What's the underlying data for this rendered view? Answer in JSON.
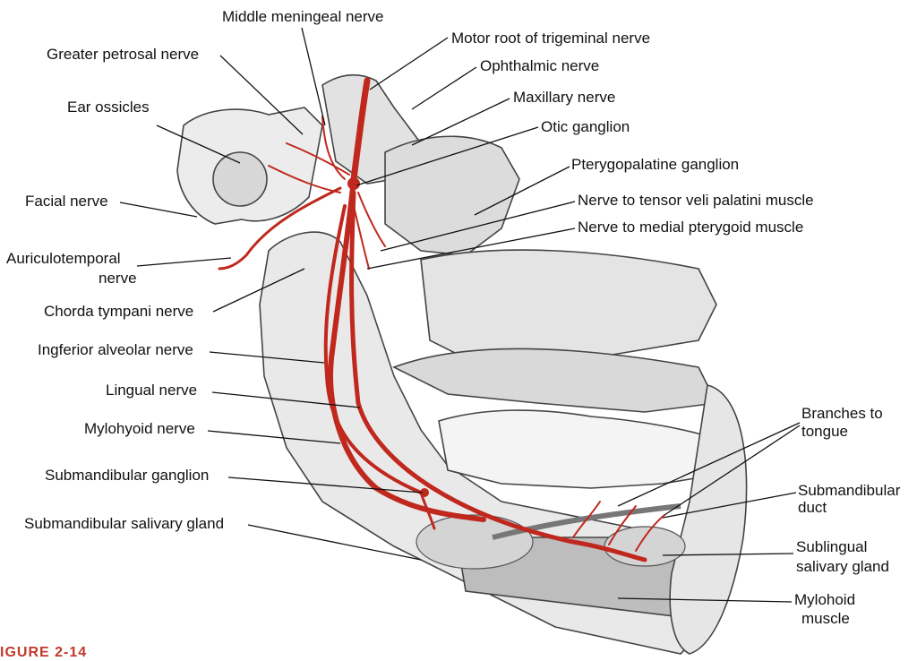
{
  "colors": {
    "nerve": "#c0281e",
    "bone": "#e9e9e9",
    "outline": "#444444",
    "leader": "#111111",
    "caption": "#c0392b"
  },
  "labels": {
    "middle_meningeal": "Middle meningeal nerve",
    "motor_root": "Motor root of trigeminal nerve",
    "greater_petrosal": "Greater petrosal nerve",
    "ophthalmic": "Ophthalmic nerve",
    "maxillary": "Maxillary nerve",
    "ear_ossicles": "Ear ossicles",
    "otic_ganglion": "Otic ganglion",
    "pterygopalatine": "Pterygopalatine ganglion",
    "facial": "Facial nerve",
    "tensor_veli": "Nerve to tensor veli palatini muscle",
    "medial_pterygoid": "Nerve to medial pterygoid muscle",
    "auriculotemporal_1": "Auriculotemporal",
    "auriculotemporal_2": "nerve",
    "chorda_tympani": "Chorda tympani nerve",
    "inferior_alveolar": "Ingferior alveolar nerve",
    "lingual": "Lingual nerve",
    "branches_tongue_1": "Branches to",
    "branches_tongue_2": "tongue",
    "mylohyoid_nerve": "Mylohyoid nerve",
    "submandibular_ganglion": "Submandibular ganglion",
    "submandibular_duct_1": "Submandibular",
    "submandibular_duct_2": "duct",
    "submandibular_gland": "Submandibular salivary gland",
    "sublingual_1": "Sublingual",
    "sublingual_2": "salivary gland",
    "mylohoid_1": "Mylohoid",
    "mylohoid_2": "muscle"
  },
  "caption": "IGURE 2-14"
}
